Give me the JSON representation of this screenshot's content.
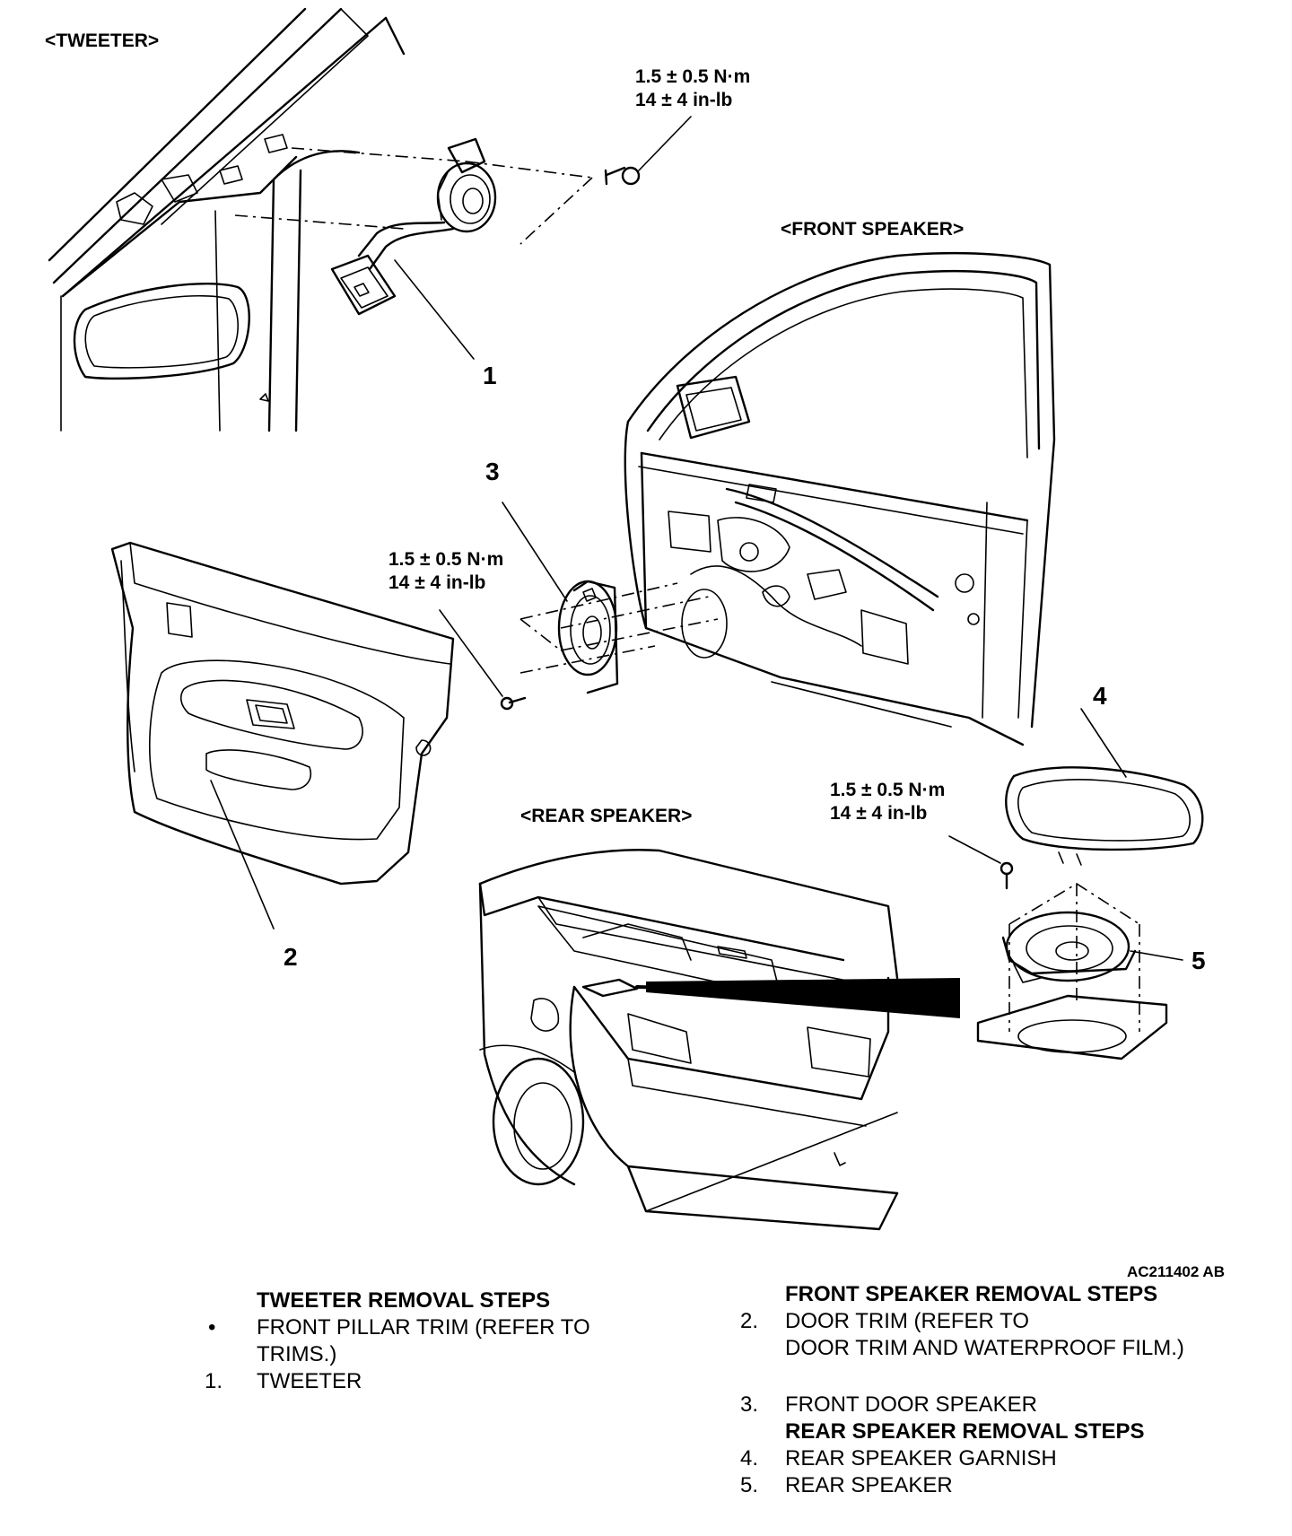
{
  "figure": {
    "id": "AC211402 AB",
    "sections": {
      "tweeter": "<TWEETER>",
      "front_speaker": "<FRONT SPEAKER>",
      "rear_speaker": "<REAR SPEAKER>"
    },
    "torque_specs": [
      {
        "metric": "1.5 ± 0.5 N·m",
        "imperial": "14 ± 4 in-lb"
      },
      {
        "metric": "1.5 ± 0.5 N·m",
        "imperial": "14 ± 4 in-lb"
      },
      {
        "metric": "1.5 ± 0.5 N·m",
        "imperial": "14 ± 4 in-lb"
      }
    ],
    "callouts": [
      "1",
      "2",
      "3",
      "4",
      "5"
    ]
  },
  "procedures": {
    "tweeter": {
      "heading": "TWEETER REMOVAL STEPS",
      "steps": [
        {
          "marker": "•",
          "lines": [
            "FRONT PILLAR TRIM (REFER TO",
            "TRIMS.)"
          ]
        },
        {
          "marker": "1.",
          "lines": [
            "TWEETER"
          ]
        }
      ]
    },
    "front": {
      "heading": "FRONT SPEAKER REMOVAL STEPS",
      "steps": [
        {
          "marker": "2.",
          "lines": [
            "DOOR TRIM (REFER TO",
            "DOOR TRIM AND WATERPROOF FILM.)"
          ]
        },
        {
          "marker": "3.",
          "lines": [
            "FRONT DOOR SPEAKER"
          ]
        }
      ]
    },
    "rear": {
      "heading": "REAR SPEAKER REMOVAL STEPS",
      "steps": [
        {
          "marker": "4.",
          "lines": [
            "REAR SPEAKER GARNISH"
          ]
        },
        {
          "marker": "5.",
          "lines": [
            "REAR SPEAKER"
          ]
        }
      ]
    }
  }
}
